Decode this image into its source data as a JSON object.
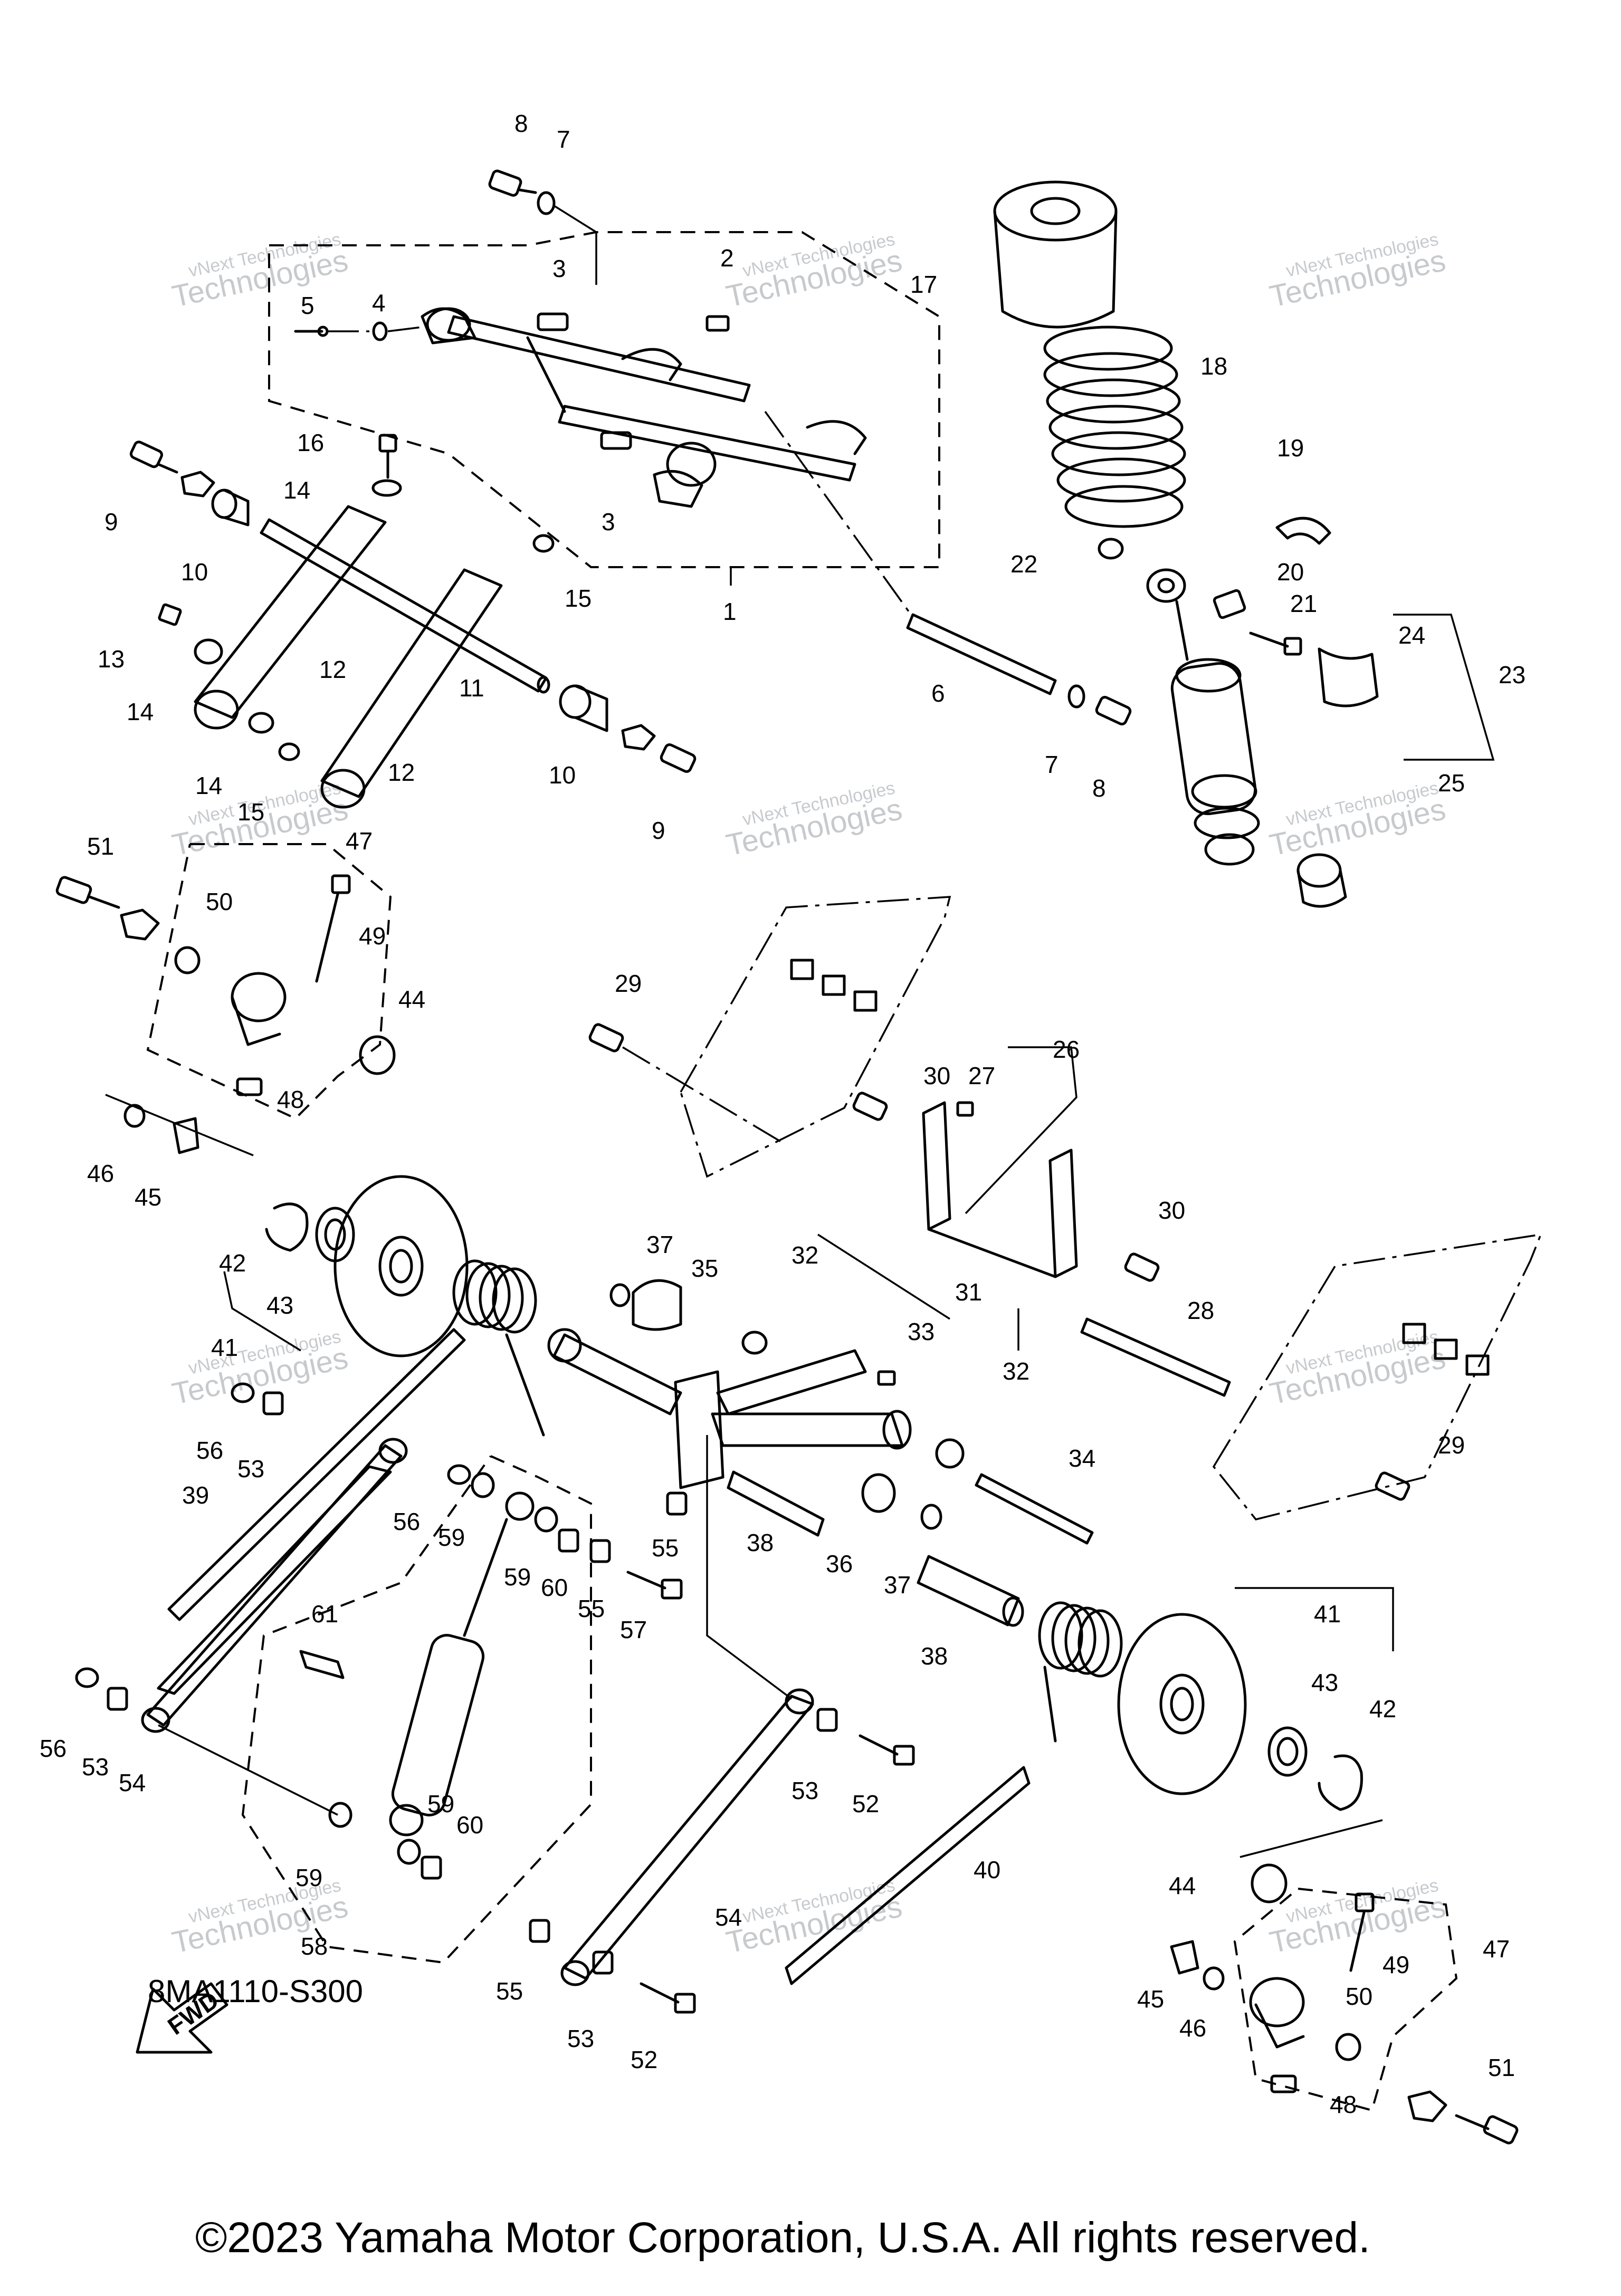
{
  "diagram_code": "8MA1110-S300",
  "copyright": "©2023 Yamaha Motor Corporation, U.S.A. All rights reserved.",
  "fwd_label": "FWD",
  "watermark": [
    "vNext Technologies",
    "Technologies"
  ],
  "callouts": [
    {
      "id": "c8a",
      "text": "8"
    },
    {
      "id": "c7a",
      "text": "7"
    },
    {
      "id": "c17",
      "text": "17"
    },
    {
      "id": "c3a",
      "text": "3"
    },
    {
      "id": "c2",
      "text": "2"
    },
    {
      "id": "c5",
      "text": "5"
    },
    {
      "id": "c4",
      "text": "4"
    },
    {
      "id": "c18",
      "text": "18"
    },
    {
      "id": "c16",
      "text": "16"
    },
    {
      "id": "c9a",
      "text": "9"
    },
    {
      "id": "c14a",
      "text": "14"
    },
    {
      "id": "c19",
      "text": "19"
    },
    {
      "id": "c3b",
      "text": "3"
    },
    {
      "id": "c10a",
      "text": "10"
    },
    {
      "id": "c22",
      "text": "22"
    },
    {
      "id": "c20",
      "text": "20"
    },
    {
      "id": "c15a",
      "text": "15"
    },
    {
      "id": "c1",
      "text": "1"
    },
    {
      "id": "c21",
      "text": "21"
    },
    {
      "id": "c24",
      "text": "24"
    },
    {
      "id": "c13",
      "text": "13"
    },
    {
      "id": "c12a",
      "text": "12"
    },
    {
      "id": "c23",
      "text": "23"
    },
    {
      "id": "c14b",
      "text": "14"
    },
    {
      "id": "c6",
      "text": "6"
    },
    {
      "id": "c11",
      "text": "11"
    },
    {
      "id": "c7b",
      "text": "7"
    },
    {
      "id": "c14c",
      "text": "14"
    },
    {
      "id": "c12b",
      "text": "12"
    },
    {
      "id": "c8b",
      "text": "8"
    },
    {
      "id": "c10b",
      "text": "10"
    },
    {
      "id": "c25",
      "text": "25"
    },
    {
      "id": "c15b",
      "text": "15"
    },
    {
      "id": "c9b",
      "text": "9"
    },
    {
      "id": "c51a",
      "text": "51"
    },
    {
      "id": "c47a",
      "text": "47"
    },
    {
      "id": "c50a",
      "text": "50"
    },
    {
      "id": "c49a",
      "text": "49"
    },
    {
      "id": "c44a",
      "text": "44"
    },
    {
      "id": "c29a",
      "text": "29"
    },
    {
      "id": "c26",
      "text": "26"
    },
    {
      "id": "c30a",
      "text": "30"
    },
    {
      "id": "c27",
      "text": "27"
    },
    {
      "id": "c48a",
      "text": "48"
    },
    {
      "id": "c46a",
      "text": "46"
    },
    {
      "id": "c45a",
      "text": "45"
    },
    {
      "id": "c30b",
      "text": "30"
    },
    {
      "id": "c42a",
      "text": "42"
    },
    {
      "id": "c37a",
      "text": "37"
    },
    {
      "id": "c32a",
      "text": "32"
    },
    {
      "id": "c35",
      "text": "35"
    },
    {
      "id": "c31",
      "text": "31"
    },
    {
      "id": "c43a",
      "text": "43"
    },
    {
      "id": "c41a",
      "text": "41"
    },
    {
      "id": "c33",
      "text": "33"
    },
    {
      "id": "c28",
      "text": "28"
    },
    {
      "id": "c32b",
      "text": "32"
    },
    {
      "id": "c56a",
      "text": "56"
    },
    {
      "id": "c53a",
      "text": "53"
    },
    {
      "id": "c29b",
      "text": "29"
    },
    {
      "id": "c34",
      "text": "34"
    },
    {
      "id": "c39",
      "text": "39"
    },
    {
      "id": "c56b",
      "text": "56"
    },
    {
      "id": "c59a",
      "text": "59"
    },
    {
      "id": "c55a",
      "text": "55"
    },
    {
      "id": "c38a",
      "text": "38"
    },
    {
      "id": "c36",
      "text": "36"
    },
    {
      "id": "c59b",
      "text": "59"
    },
    {
      "id": "c60a",
      "text": "60"
    },
    {
      "id": "c55b",
      "text": "55"
    },
    {
      "id": "c37b",
      "text": "37"
    },
    {
      "id": "c57",
      "text": "57"
    },
    {
      "id": "c61",
      "text": "61"
    },
    {
      "id": "c38b",
      "text": "38"
    },
    {
      "id": "c41b",
      "text": "41"
    },
    {
      "id": "c43b",
      "text": "43"
    },
    {
      "id": "c42b",
      "text": "42"
    },
    {
      "id": "c56c",
      "text": "56"
    },
    {
      "id": "c53b",
      "text": "53"
    },
    {
      "id": "c54a",
      "text": "54"
    },
    {
      "id": "c53c",
      "text": "53"
    },
    {
      "id": "c52a",
      "text": "52"
    },
    {
      "id": "c59c",
      "text": "59"
    },
    {
      "id": "c60b",
      "text": "60"
    },
    {
      "id": "c40",
      "text": "40"
    },
    {
      "id": "c59d",
      "text": "59"
    },
    {
      "id": "c54b",
      "text": "54"
    },
    {
      "id": "c44b",
      "text": "44"
    },
    {
      "id": "c58",
      "text": "58"
    },
    {
      "id": "c55c",
      "text": "55"
    },
    {
      "id": "c47b",
      "text": "47"
    },
    {
      "id": "c49b",
      "text": "49"
    },
    {
      "id": "c45b",
      "text": "45"
    },
    {
      "id": "c50b",
      "text": "50"
    },
    {
      "id": "c53d",
      "text": "53"
    },
    {
      "id": "c46b",
      "text": "46"
    },
    {
      "id": "c51b",
      "text": "51"
    },
    {
      "id": "c52b",
      "text": "52"
    },
    {
      "id": "c48b",
      "text": "48"
    }
  ]
}
